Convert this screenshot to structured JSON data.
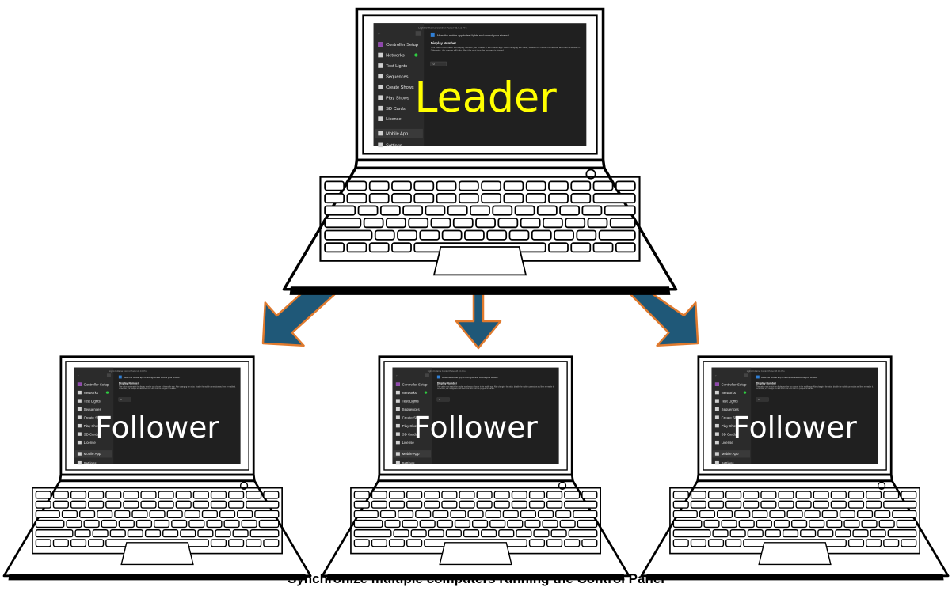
{
  "app": {
    "title": "Light-O-Rama Control Panel v8.0.1 Pro",
    "menu_items": [
      {
        "label": "Controller Setup",
        "icon": "controller-icon"
      },
      {
        "label": "Networks",
        "icon": "network-icon"
      },
      {
        "label": "Test Lights",
        "icon": "test-lights-icon"
      },
      {
        "label": "Sequences",
        "icon": "sequences-icon"
      },
      {
        "label": "Create Shows",
        "icon": "create-shows-icon"
      },
      {
        "label": "Play Shows",
        "icon": "play-icon"
      },
      {
        "label": "SD Cards",
        "icon": "sd-card-icon"
      },
      {
        "label": "License",
        "icon": "key-icon"
      },
      {
        "label": "Mobile App",
        "icon": "mobile-icon"
      }
    ],
    "settings_label": "Settings",
    "checkbox_label": "Allow the mobile app to test lights and control your shows?",
    "section_heading": "Display Number",
    "section_body": "This value must match the display number you choose in the mobile app. After changing the value, disable the mobile connection and then re-enable it. Otherwise, the change will take effect the next time the program is started.",
    "stepper_value": "0"
  },
  "leader": {
    "label": "Leader",
    "label_color": "#ffff00"
  },
  "followers": [
    {
      "label": "Follower"
    },
    {
      "label": "Follower"
    },
    {
      "label": "Follower"
    }
  ],
  "arrows": {
    "fill_color": "#1f5878",
    "outline_color": "#e07a2e"
  },
  "caption": "Synchronize multiple computers running the Control Panel"
}
